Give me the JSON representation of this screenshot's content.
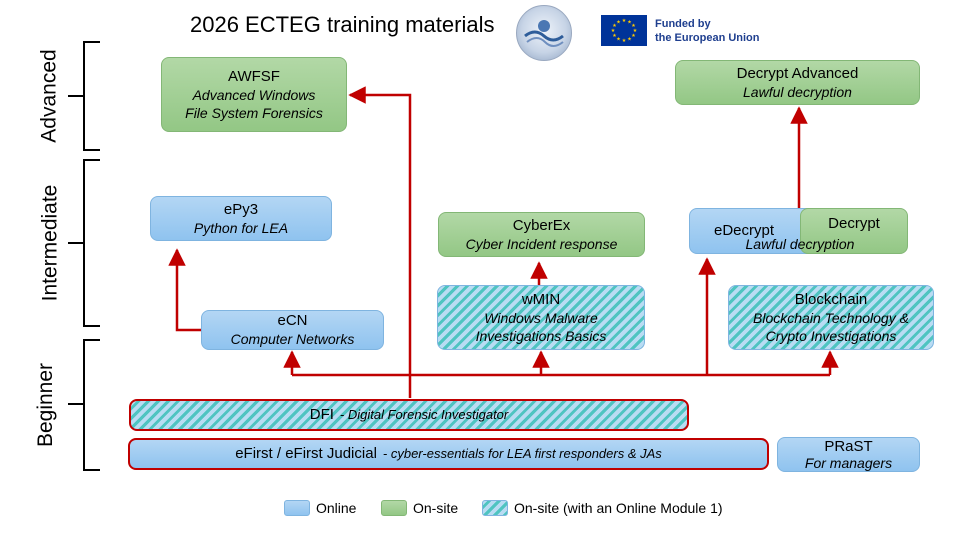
{
  "title": "2026 ECTEG training materials",
  "funder": {
    "line1": "Funded by",
    "line2": "the European Union"
  },
  "levels": {
    "advanced": "Advanced",
    "intermediate": "Intermediate",
    "beginner": "Beginner"
  },
  "courses": {
    "awfsf": {
      "name": "AWFSF",
      "desc_line1": "Advanced Windows",
      "desc_line2": "File System Forensics",
      "mode": "on-site"
    },
    "decrypt_adv": {
      "name": "Decrypt Advanced",
      "desc": "Lawful decryption",
      "mode": "on-site"
    },
    "epy3": {
      "name": "ePy3",
      "desc": "Python for LEA",
      "mode": "online"
    },
    "cyberex": {
      "name": "CyberEx",
      "desc": "Cyber Incident response",
      "mode": "on-site"
    },
    "edecrypt": {
      "name": "eDecrypt",
      "desc": "Lawful decryption",
      "mode": "online"
    },
    "decrypt": {
      "name": "Decrypt",
      "mode": "on-site"
    },
    "ecn": {
      "name": "eCN",
      "desc": "Computer Networks",
      "mode": "online"
    },
    "wmin": {
      "name": "wMIN",
      "desc_line1": "Windows Malware",
      "desc_line2": "Investigations Basics",
      "mode": "on-site (with an Online Module 1)"
    },
    "blockchain": {
      "name": "Blockchain",
      "desc_line1": "Blockchain Technology &",
      "desc_line2": "Crypto Investigations",
      "mode": "on-site (with an Online Module 1)"
    },
    "dfi": {
      "name": "DFI",
      "desc": "- Digital Forensic Investigator",
      "mode": "on-site (with an Online Module 1)"
    },
    "efirst": {
      "name": "eFirst / eFirst Judicial",
      "desc": "- cyber-essentials for LEA first responders & JAs",
      "mode": "online"
    },
    "prast": {
      "name": "PRaST",
      "desc": "For managers",
      "mode": "online"
    }
  },
  "legend": {
    "online": "Online",
    "onsite": "On-site",
    "hybrid": "On-site (with an Online Module 1)"
  },
  "colors": {
    "online": "#9dcbf1",
    "onsite": "#9fce92",
    "hatch_teal": "#4fc4c1",
    "arrow": "#c00000"
  }
}
